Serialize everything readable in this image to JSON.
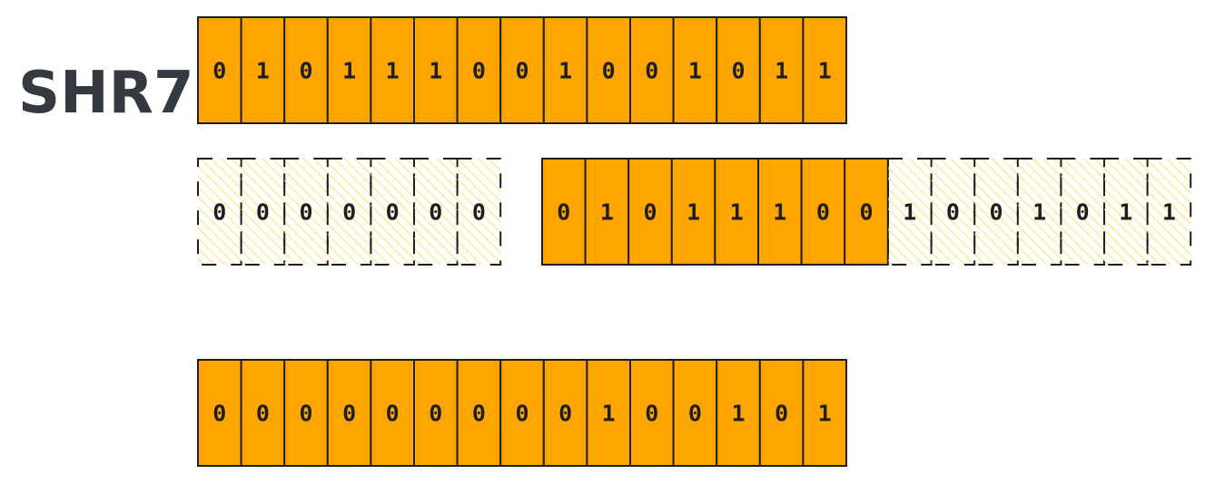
{
  "label": "SHR7",
  "colors": {
    "filled": "#ffa500",
    "stroke": "#1e1e1e",
    "hatch": "#ffe066",
    "label": "#343a40"
  },
  "rows": {
    "input": {
      "style": "filled",
      "bits": [
        "0",
        "1",
        "0",
        "1",
        "1",
        "1",
        "0",
        "0",
        "1",
        "0",
        "0",
        "1",
        "0",
        "1",
        "1"
      ]
    },
    "inserted_zeros": {
      "style": "dashed",
      "bits": [
        "0",
        "0",
        "0",
        "0",
        "0",
        "0",
        "0"
      ]
    },
    "kept": {
      "style": "filled",
      "bits": [
        "0",
        "1",
        "0",
        "1",
        "1",
        "1",
        "0",
        "0"
      ]
    },
    "dropped": {
      "style": "dashed",
      "bits": [
        "1",
        "0",
        "0",
        "1",
        "0",
        "1",
        "1"
      ]
    },
    "result": {
      "style": "filled",
      "bits": [
        "0",
        "0",
        "0",
        "0",
        "0",
        "0",
        "0",
        "0",
        "0",
        "1",
        "0",
        "0",
        "1",
        "0",
        "1"
      ]
    }
  }
}
